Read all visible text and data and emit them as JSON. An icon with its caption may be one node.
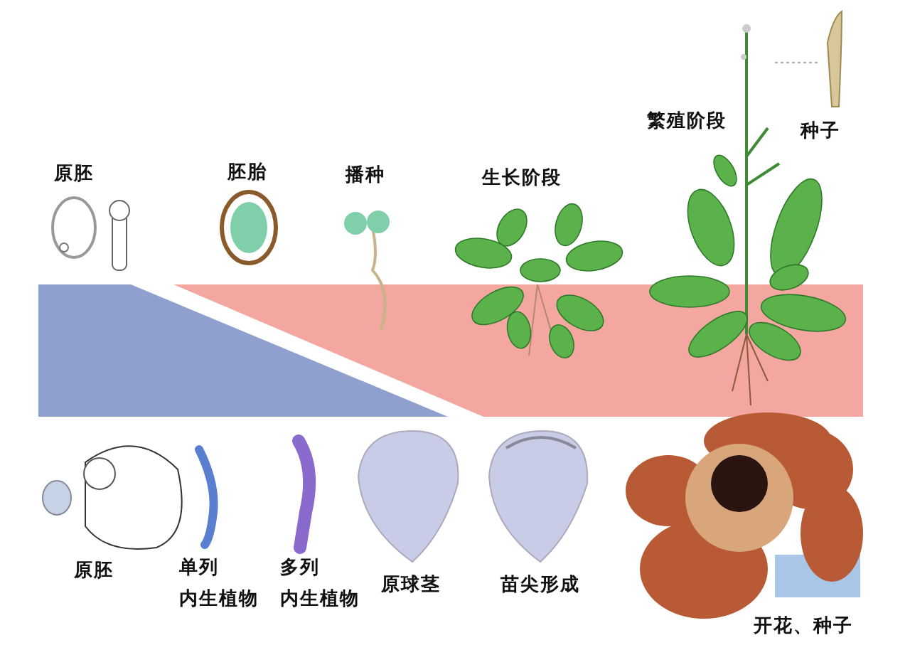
{
  "diagram": {
    "nodes": [
      {
        "text": [],
        "shape": "bar"
      },
      {
        "text": [],
        "shape": "bar"
      }
    ],
    "labels": [
      "繁殖阶段",
      "种子",
      "原胚",
      "胚胎",
      "播种",
      "生长阶段",
      "原胚",
      "单列",
      "内生植物",
      "多列",
      "内生植物",
      "原球茎",
      "苗尖形成",
      "开花、种子"
    ]
  }
}
